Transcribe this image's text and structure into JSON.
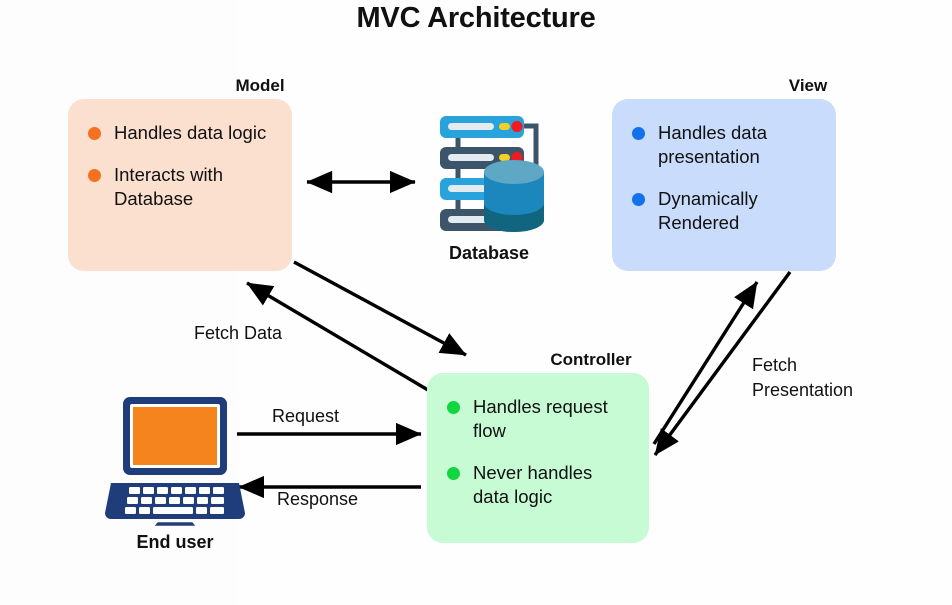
{
  "page": {
    "title": "MVC Architecture"
  },
  "nodes": {
    "model": {
      "label": "Model",
      "bullets": [
        "Handles data\nlogic",
        "Interacts with\nDatabase"
      ],
      "bullet_color": "#F4711F",
      "fill": "#FBE0D0"
    },
    "view": {
      "label": "View",
      "bullets": [
        "Handles data\npresentation",
        "Dynamically\nRendered"
      ],
      "bullet_color": "#1272EC",
      "fill": "#C9DCFC"
    },
    "controller": {
      "label": "Controller",
      "bullets": [
        "Handles request\nflow",
        "Never handles\ndata logic"
      ],
      "bullet_color": "#11D63F",
      "fill": "#C6FBD4"
    },
    "database": {
      "caption": "Database",
      "icon": "database-server-icon",
      "colors": {
        "server_light": "#29A3DC",
        "server_dark": "#3D556B",
        "cylinder_top": "#5EA8C6",
        "cylinder_mid": "#1B87BD",
        "cylinder_bottom": "#12657F",
        "led_red": "#ED1C24",
        "led_yellow": "#F2D024"
      }
    },
    "end_user": {
      "caption": "End user",
      "icon": "laptop-icon",
      "colors": {
        "body": "#1F3D7A",
        "screen": "#F5841F"
      }
    }
  },
  "edges": {
    "model_database": {
      "label": "",
      "arrow": "double"
    },
    "model_controller_down": {
      "label": "",
      "arrow": "single"
    },
    "controller_model_up": {
      "label": "Fetch Data",
      "arrow": "single"
    },
    "controller_view_up": {
      "label": "",
      "arrow": "single"
    },
    "view_controller_down": {
      "label": "Fetch\nPresentation",
      "arrow": "single"
    },
    "user_controller": {
      "label": "Request",
      "arrow": "single"
    },
    "controller_user": {
      "label": "Response",
      "arrow": "single"
    }
  }
}
